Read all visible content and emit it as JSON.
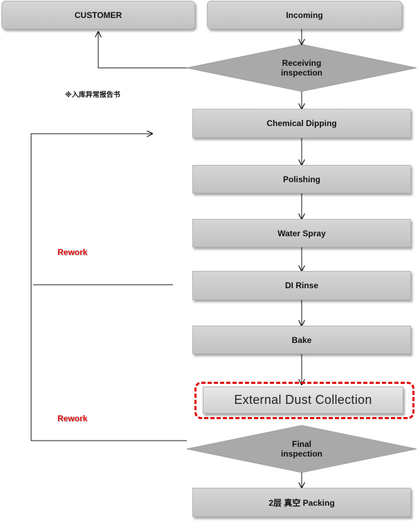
{
  "nodes": {
    "customer": "CUSTOMER",
    "incoming": "Incoming",
    "receiving_inspection": "Receiving\ninspection",
    "chemical_dipping": "Chemical Dipping",
    "polishing": "Polishing",
    "water_spray": "Water Spray",
    "di_rinse": "DI Rinse",
    "bake": "Bake",
    "external_dust_collection": "External Dust Collection",
    "final_inspection": "Final\ninspection",
    "packing": "2层 真空 Packing"
  },
  "notes": {
    "abnormal_report": "※入库异常报告书",
    "rework_upper": "Rework",
    "rework_lower": "Rework"
  },
  "colors": {
    "box_fill": "#c8c8c8",
    "diamond_fill": "#a9a9a9",
    "rework_text": "#e01010",
    "highlight_border": "#e00000"
  }
}
